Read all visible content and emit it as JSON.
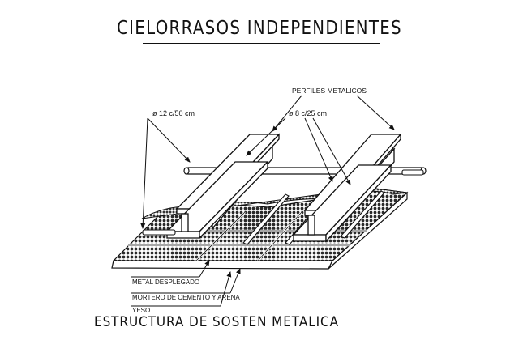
{
  "title": "CIELORRASOS INDEPENDIENTES",
  "caption": "ESTRUCTURA DE SOSTEN METALICA",
  "labels": {
    "perfiles": "PERFILES METALICOS",
    "bar_large": "ø 12 c/50 cm",
    "bar_small": "ø 8 c/25 cm",
    "metal": "METAL DESPLEGADO",
    "mortero": "MORTERO DE CEMENTO Y ARENA",
    "yeso": "YESO"
  }
}
